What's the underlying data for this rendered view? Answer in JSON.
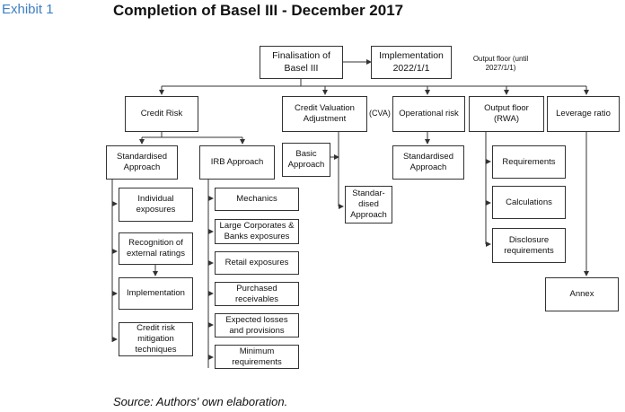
{
  "exhibit": "Exhibit 1",
  "title": "Completion of Basel III - December 2017",
  "source": "Source: Authors' own elaboration.",
  "top": {
    "finalisation": "Finalisation of Basel III",
    "implementation": "Implementation 2022/1/1",
    "output_floor_note": "Output floor (until 2027/1/1)"
  },
  "pillars": {
    "credit_risk": "Credit Risk",
    "cva": "Credit Valuation Adjustment",
    "cva_abbr": "(CVA)",
    "operational_risk": "Operational risk",
    "output_floor": "Output floor (RWA)",
    "leverage_ratio": "Leverage ratio"
  },
  "credit_risk": {
    "standardised": "Standardised Approach",
    "irb": "IRB Approach",
    "standardised_items": [
      "Individual exposures",
      "Recognition of external ratings",
      "Implementation",
      "Credit risk mitigation techniques"
    ],
    "irb_items": [
      "Mechanics",
      "Large Corporates & Banks exposures",
      "Retail exposures",
      "Purchased receivables",
      "Expected losses and provisions",
      "Minimum requirements"
    ]
  },
  "cva_items": {
    "basic": "Basic Approach",
    "standardised": "Standar-dised Approach"
  },
  "operational_items": {
    "standardised": "Standardised Approach"
  },
  "output_floor_items": [
    "Requirements",
    "Calculations",
    "Disclosure requirements"
  ],
  "leverage_items": {
    "annex": "Annex"
  }
}
